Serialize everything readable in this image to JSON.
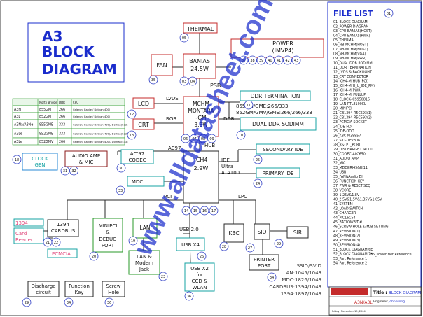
{
  "title": {
    "line1": "A3",
    "line2": "BLOCK",
    "line3": "DIAGRAM"
  },
  "model_table": {
    "headers": [
      "",
      "North Bridge",
      "DDR",
      "CPU"
    ],
    "rows": [
      [
        "A3N",
        "855GM",
        "266",
        "Celeron/ Banias/ Dothan(400)"
      ],
      [
        "A3L",
        "852GM",
        "266",
        "Celeron/ Banias/ Dothan(400)"
      ],
      [
        "A3Na/A3Ne",
        "855GME",
        "333",
        "Celeron/ Banias/ Dothan(400)/ Dothan(533)"
      ],
      [
        "A3Le",
        "852GME",
        "333",
        "Celeron/ Banias/ Dothan(400)/ Dothan(533)"
      ],
      [
        "A3Le",
        "852GMV",
        "266",
        "Celeron/ Banias/ Dothan(400)/ Dothan(533)"
      ]
    ]
  },
  "blocks": {
    "thermal": "THERMAL",
    "fan": "FAN",
    "banias": [
      "BANIAS",
      "24.5W"
    ],
    "power": [
      "POWER",
      "(IMVP4)"
    ],
    "psb": "PSB",
    "lvds": "LVDS",
    "rgb": "RGB",
    "lcd": "LCD",
    "crt": "CRT",
    "mchm": [
      "MCHM",
      "MONTARA",
      "-GM",
      "3.8W"
    ],
    "ddr_termination": "DDR TERMINATION",
    "ddr_spec_1": "855GM/GME:266/333",
    "ddr_spec_2": "852GM/GMV/GME:266/266/333",
    "ddr_label": "DDR",
    "dual_ddr": "DUAL DDR SODIMM",
    "hub": "HUB",
    "ac97": "AC97",
    "audio_amp": [
      "AUDIO AMP",
      "& MIC"
    ],
    "ac97_codec": [
      "AC'97",
      "CODEC"
    ],
    "clock_gen": [
      "CLOCK",
      "GEN"
    ],
    "ich4": [
      "ICH4",
      "2.9W"
    ],
    "ide_label": [
      "IDE",
      "Ultra",
      "ATA100"
    ],
    "secondary_ide": "SECONDARY IDE",
    "primary_ide": "PRIMARY IDE",
    "mdc": "MDC",
    "pci": "PCI",
    "lpc": "LPC",
    "ieee1394": "1394",
    "card_reader": [
      "Card",
      "Reader"
    ],
    "cardbus": [
      "1394",
      "CARDBUS"
    ],
    "pcmcia": "PCMCIA",
    "minipci": [
      "MINIPCI",
      "&",
      "DEBUG",
      "PORT"
    ],
    "lan": "LAN",
    "lan_jack": [
      "LAN &",
      "Modem",
      "Jack"
    ],
    "usb20": "USB 2.0",
    "usb_x4": "USB X4",
    "usb_x2": [
      "USB X2",
      "for",
      "CCD &",
      "WLAN"
    ],
    "kbc": "KBC",
    "sio": "SIO",
    "sir": "SIR",
    "printer": [
      "PRINTER",
      "PORT"
    ],
    "discharge": [
      "Discharge",
      "circuit"
    ],
    "function_key": [
      "Function",
      "Key"
    ],
    "screw_hole": [
      "Screw",
      "Hole"
    ],
    "ssid": [
      "SSID/SVID",
      "LAN:1045/1043",
      "MDC:1826/1043",
      "CARDBUS:1394/1043",
      "1394:1897/1043"
    ]
  },
  "page_refs": {
    "n01": "01",
    "thermal": "05",
    "fan": "35",
    "banias_a": "03",
    "banias_b": "04",
    "power": [
      "37",
      "38",
      "39",
      "40",
      "41",
      "42",
      "43"
    ],
    "lcd": "12",
    "crt": "13",
    "mchm": [
      "06",
      "07",
      "08",
      "09"
    ],
    "ddr_term": "11",
    "dual_ddr": "10",
    "clock": "18",
    "audio": [
      "31",
      "32"
    ],
    "codec": "30",
    "mdc": "33",
    "secondary_ide": "25",
    "primary_ide": "24",
    "ich4": [
      "14",
      "15",
      "16",
      "17"
    ],
    "cardbus": [
      "21",
      "22"
    ],
    "minipci": "20",
    "lan": "19",
    "lan_jack": "23",
    "usb_x4": "26",
    "usb_x2": "36",
    "kbc": "28",
    "sio": "27",
    "sir": "29",
    "printer": "34",
    "discharge": "29",
    "fkey": "34",
    "screw": "36"
  },
  "file_list": {
    "heading": "FILE LIST",
    "items": [
      "01_BLOCK DIAGRAM",
      "02_POWER DIAGRAM",
      "03_CPU-BANIAS(HOST)",
      "04_CPU-BANIAS(PWR)",
      "05_THERMAL",
      "06_NB-MCHM(HOST)",
      "07_NB-MCHM(HOST)",
      "08_NB-MCHM(VGA)",
      "09_NB-MCHM(PWR)",
      "10_DUAL DDR SODIMM",
      "11_DDR TERMINATION",
      "12_LVDS & BACKLIGHT",
      "13_CRT CONNECTOR",
      "14_ICH4-M(HUB_PCI)",
      "15_ICH4-M(H_U_IDE_PM)",
      "16_ICH4-M(PWR)",
      "17_ICH4-M_PULLUP",
      "18_CLOCK-ICS950816",
      "19_LAN-RTL8100CL",
      "20_MINIPCI",
      "21_CB1394-R5C593(1)",
      "22_CB1394-R5C593(2)",
      "23_PCMCIA SOCKET",
      "24_IDE-HD",
      "25_IDE-ODD",
      "26_KBC-M38857",
      "27_SIO-ITE7806",
      "28_R&LPT_PORT",
      "29_DISCHARGE CIRCUIT",
      "30_CODEC-ALC650",
      "31_AUDIO AMP",
      "32_MIC",
      "33_MDC&RJ45&RJ11",
      "34_USB",
      "35_FAN&Audio DJ",
      "36_FUNCTION KEY",
      "37_PWR & RESET SEQ",
      "38_VCORE",
      "39_1.25V&1.8V",
      "40_2.5V&1.5V&1.35V&1.05V",
      "41_SYSTEM",
      "42_LOAD SWITCH",
      "43_CHARGER",
      "44_PIC16C54",
      "45_BATLOWB/D#",
      "46_SCREW HOLE & M/B SETTING",
      "47_REVISION(1)",
      "48_REVISION(2)",
      "49_REVISION(3)",
      "50_REVISION(4)",
      "51_BLOCK DIAGRAM 6E",
      "52_BLOCK DIAGRAM 7H",
      "53_Part Reference 1",
      "54_Part Reference 2"
    ],
    "note": "55_Power Net Reference"
  },
  "title_block": {
    "title_label": "Title :",
    "title_value": "BLOCK DIAGRAM",
    "engineer_label": "Engineer:",
    "engineer_value": "John Hong",
    "model": "A3N/A3L",
    "date": "Friday, November 19, 2004"
  },
  "watermark": "www.alldatasheet.com"
}
